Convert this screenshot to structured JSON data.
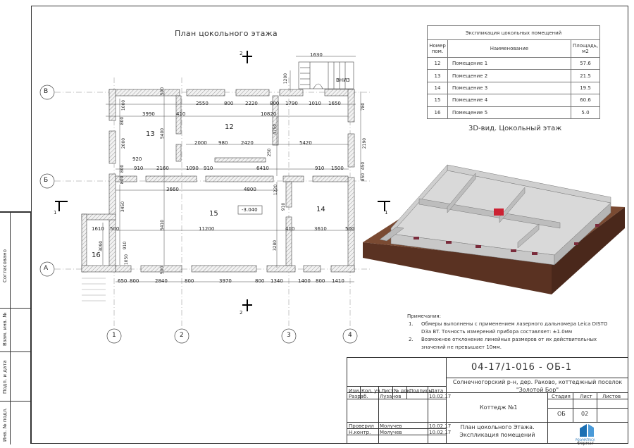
{
  "plan": {
    "title": "План цокольного этажа",
    "axes_rows": [
      "В",
      "Б",
      "А"
    ],
    "axes_cols": [
      "1",
      "2",
      "3",
      "4"
    ],
    "section_marks": [
      "1",
      "1",
      "2",
      "2"
    ],
    "stair_label": "ВНИЗ",
    "level_mark": "-3.040",
    "rooms": [
      "13",
      "12",
      "15",
      "14",
      "16"
    ],
    "dims_top": [
      "500",
      "2550",
      "800",
      "2220",
      "800",
      "1790",
      "1010",
      "1650",
      "1630",
      "1200"
    ],
    "dims_inner": [
      "3990",
      "410",
      "10820",
      "5400",
      "4750",
      "2000",
      "980",
      "2420",
      "5420",
      "250",
      "920",
      "910",
      "2160",
      "1090",
      "910",
      "6410",
      "910",
      "1500",
      "3660",
      "4800",
      "1220",
      "3450",
      "5410",
      "11200",
      "910",
      "3610",
      "500",
      "3280",
      "1610",
      "500",
      "3090",
      "910",
      "1050",
      "500",
      "410"
    ],
    "dims_left": [
      "1000",
      "800",
      "2000",
      "800",
      "800"
    ],
    "dims_right": [
      "780",
      "2190",
      "850",
      "450"
    ],
    "dims_bottom": [
      "650",
      "800",
      "2840",
      "800",
      "3970",
      "800",
      "1340",
      "1400",
      "800",
      "1410"
    ]
  },
  "explication": {
    "caption": "Экспликация цокольных помещений",
    "headers": {
      "number": "Номер пом.",
      "name": "Наименование",
      "area": "Площадь, м2"
    },
    "rows": [
      {
        "num": "12",
        "name": "Помещение 1",
        "area": "57.6"
      },
      {
        "num": "13",
        "name": "Помещение 2",
        "area": "21.5"
      },
      {
        "num": "14",
        "name": "Помещение 3",
        "area": "19.5"
      },
      {
        "num": "15",
        "name": "Помещение 4",
        "area": "60.6"
      },
      {
        "num": "16",
        "name": "Помещение 5",
        "area": "5.0"
      }
    ]
  },
  "view3d": {
    "title": "3D-вид. Цокольный этаж"
  },
  "notes": {
    "heading": "Примечания:",
    "items": [
      {
        "num": "1.",
        "text": "Обмеры выполнены с применением лазерного дальномера Leica DISTO D3a BT. Точность измерений прибора составляет: ±1.0мм"
      },
      {
        "num": "2.",
        "text": "Возможное отклонение линейных размеров от их действительных значений не превышает 10мм."
      }
    ]
  },
  "title_block": {
    "code": "04-17/1-016 - ОБ-1",
    "address": "Солнечногорский р-н, дер. Раково, коттеджный поселок \"Золотой Бор\"",
    "object": "Коттедж №1",
    "sheet_name": "План цокольного Этажа. Экспликация помещений",
    "col_headers": [
      "Изм.",
      "Кол. уч.",
      "Лист",
      "№ док.",
      "Подпись",
      "Дата"
    ],
    "rows": [
      {
        "role": "Разраб.",
        "name": "Лузанов",
        "date": "10.02.17"
      },
      {
        "role": "Проверил",
        "name": "Молучев",
        "date": "10.02.17"
      },
      {
        "role": "Н.контр.",
        "name": "Молучев",
        "date": "10.02.17"
      }
    ],
    "stage_label": "Стадия",
    "sheet_label": "Лист",
    "sheets_label": "Листов",
    "stage": "ОБ",
    "sheet": "02",
    "sheets": "",
    "company": "POLYMATRICA",
    "format_label": "Формат"
  },
  "side_strip": {
    "labels": [
      "Согласовано",
      "Взам. инв. №",
      "Подп. и дата",
      "Инв. № подл."
    ]
  },
  "colors": {
    "wall": "#bfbfbf",
    "soil": "#5a3222",
    "soil_top": "#7a4a32",
    "accent_red": "#cc2233",
    "logo_blue": "#1b6fb3"
  }
}
